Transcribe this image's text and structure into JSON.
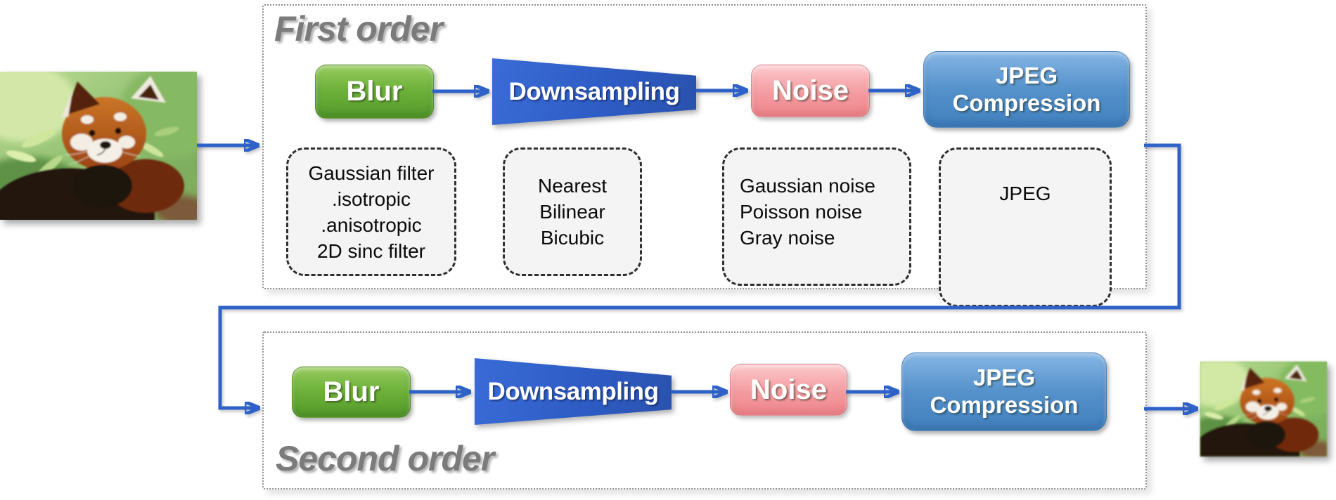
{
  "colors": {
    "arrow_blue": "#2f62c8",
    "blur_green": "#6db13a",
    "downsampling_blue": "#2e5cc5",
    "noise_pink": "#f49ba0",
    "jpeg_blue": "#5591cb",
    "stage_border_gray": "#8f8f8f",
    "option_border": "#2f2f2f",
    "option_fill": "#f4f4f4",
    "title_gray": "#7b7b7b"
  },
  "first_order": {
    "title": "First order",
    "steps": {
      "blur": "Blur",
      "downsampling": "Downsampling",
      "noise": "Noise",
      "jpeg": "JPEG\nCompression"
    },
    "options": {
      "blur": [
        "Gaussian filter",
        ".isotropic",
        ".anisotropic",
        "2D sinc filter"
      ],
      "downsampling": [
        "Nearest",
        "Bilinear",
        "Bicubic"
      ],
      "noise": [
        "Gaussian noise",
        "Poisson noise",
        "Gray noise"
      ],
      "jpeg": [
        "JPEG"
      ]
    }
  },
  "second_order": {
    "title": "Second order",
    "steps": {
      "blur": "Blur",
      "downsampling": "Downsampling",
      "noise": "Noise",
      "jpeg": "JPEG\nCompression"
    }
  }
}
